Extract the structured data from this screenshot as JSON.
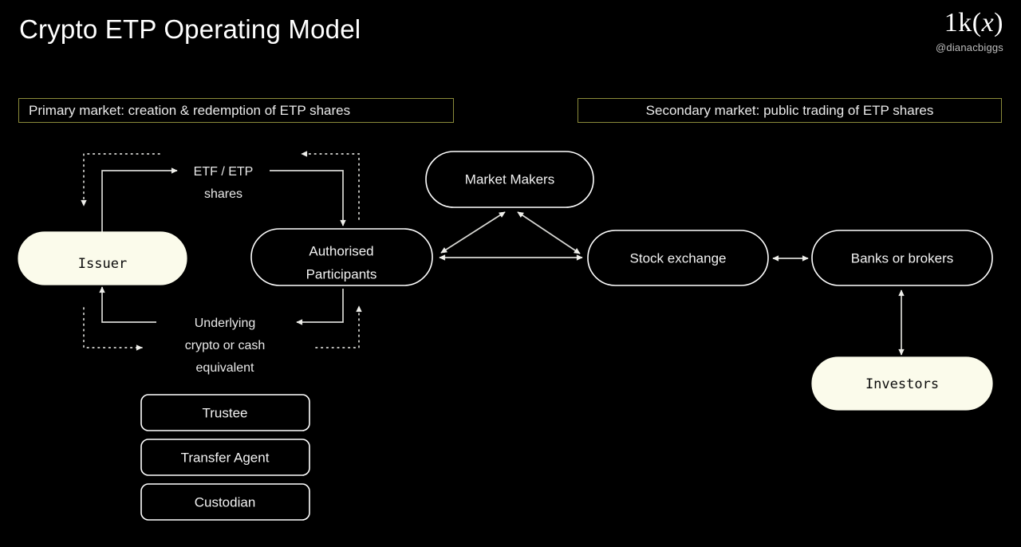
{
  "header": {
    "title": "Crypto ETP Operating Model",
    "brand_logo_prefix": "1k(",
    "brand_logo_italic": "x",
    "brand_logo_suffix": ")",
    "handle": "@dianacbiggs"
  },
  "bands": {
    "primary": "Primary market: creation & redemption of ETP shares",
    "secondary": "Secondary market: public trading of ETP shares"
  },
  "nodes": {
    "issuer": "Issuer",
    "authorised_participants_line1": "Authorised",
    "authorised_participants_line2": "Participants",
    "market_makers": "Market Makers",
    "stock_exchange": "Stock exchange",
    "banks_or_brokers": "Banks or brokers",
    "investors": "Investors",
    "trustee": "Trustee",
    "transfer_agent": "Transfer Agent",
    "custodian": "Custodian"
  },
  "edge_labels": {
    "shares_line1": "ETF / ETP",
    "shares_line2": "shares",
    "underlying_line1": "Underlying",
    "underlying_line2": "crypto or cash",
    "underlying_line3": "equivalent"
  },
  "colors": {
    "background": "#000000",
    "band_border": "#8a8a3a",
    "node_fill_highlight": "#fbfbeb",
    "node_stroke": "#ffffff",
    "edge_stroke": "#d8d8d4",
    "text": "#ffffff"
  }
}
